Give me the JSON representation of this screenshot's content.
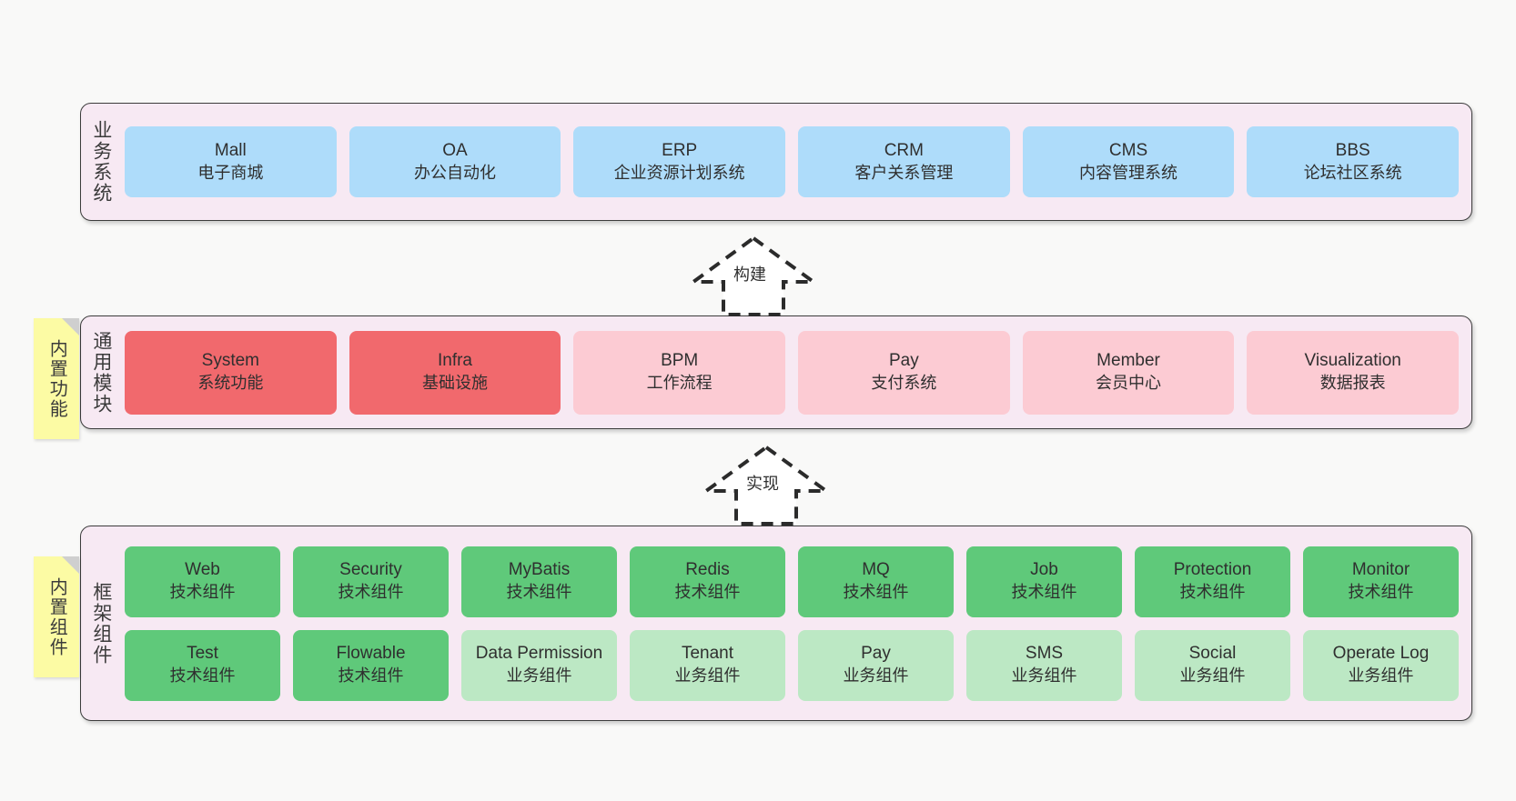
{
  "diagram": {
    "background": "#F9F9F8",
    "container_bg": "#F7E9F3",
    "container_border": "#3C3C3C",
    "colors": {
      "business_card": "#AEDCFA",
      "module_primary": "#F1696D",
      "module_secondary": "#FCCBD3",
      "tech_component": "#5FC97A",
      "biz_component": "#BCE8C4",
      "sticky_note": "#FCFBA4",
      "sticky_fold": "#CFCFCF"
    }
  },
  "layers": [
    {
      "key": "business",
      "label": "业务系统",
      "sticky": null,
      "cards": [
        {
          "title": "Mall",
          "subtitle": "电子商城"
        },
        {
          "title": "OA",
          "subtitle": "办公自动化"
        },
        {
          "title": "ERP",
          "subtitle": "企业资源计划系统"
        },
        {
          "title": "CRM",
          "subtitle": "客户关系管理"
        },
        {
          "title": "CMS",
          "subtitle": "内容管理系统"
        },
        {
          "title": "BBS",
          "subtitle": "论坛社区系统"
        }
      ]
    },
    {
      "key": "modules",
      "label": "通用模块",
      "sticky": "内置功能",
      "cards": [
        {
          "title": "System",
          "subtitle": "系统功能",
          "variant": "primary"
        },
        {
          "title": "Infra",
          "subtitle": "基础设施",
          "variant": "primary"
        },
        {
          "title": "BPM",
          "subtitle": "工作流程",
          "variant": "secondary"
        },
        {
          "title": "Pay",
          "subtitle": "支付系统",
          "variant": "secondary"
        },
        {
          "title": "Member",
          "subtitle": "会员中心",
          "variant": "secondary"
        },
        {
          "title": "Visualization",
          "subtitle": "数据报表",
          "variant": "secondary"
        }
      ]
    },
    {
      "key": "framework",
      "label": "框架组件",
      "sticky": "内置组件",
      "row_tech": [
        {
          "title": "Web",
          "subtitle": "技术组件"
        },
        {
          "title": "Security",
          "subtitle": "技术组件"
        },
        {
          "title": "MyBatis",
          "subtitle": "技术组件"
        },
        {
          "title": "Redis",
          "subtitle": "技术组件"
        },
        {
          "title": "MQ",
          "subtitle": "技术组件"
        },
        {
          "title": "Job",
          "subtitle": "技术组件"
        },
        {
          "title": "Protection",
          "subtitle": "技术组件"
        },
        {
          "title": "Monitor",
          "subtitle": "技术组件"
        }
      ],
      "row_biz": [
        {
          "title": "Test",
          "subtitle": "技术组件",
          "variant": "tech"
        },
        {
          "title": "Flowable",
          "subtitle": "技术组件",
          "variant": "tech"
        },
        {
          "title": "Data Permission",
          "subtitle": "业务组件",
          "variant": "biz"
        },
        {
          "title": "Tenant",
          "subtitle": "业务组件",
          "variant": "biz"
        },
        {
          "title": "Pay",
          "subtitle": "业务组件",
          "variant": "biz"
        },
        {
          "title": "SMS",
          "subtitle": "业务组件",
          "variant": "biz"
        },
        {
          "title": "Social",
          "subtitle": "业务组件",
          "variant": "biz"
        },
        {
          "title": "Operate Log",
          "subtitle": "业务组件",
          "variant": "biz"
        }
      ]
    }
  ],
  "connectors": [
    {
      "key": "build",
      "label": "构建",
      "direction": "up",
      "style": "dashed-block-arrow"
    },
    {
      "key": "implement",
      "label": "实现",
      "direction": "up",
      "style": "dashed-block-arrow"
    }
  ]
}
